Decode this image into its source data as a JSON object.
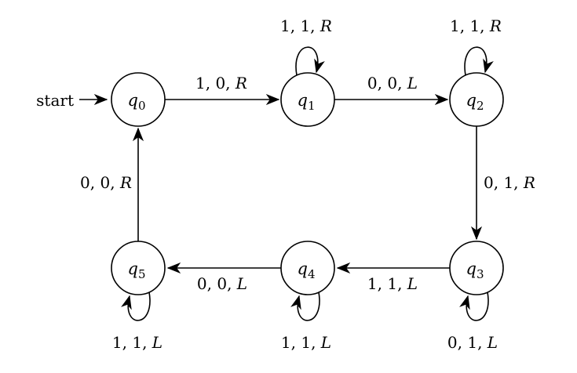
{
  "diagram": {
    "type": "state-machine",
    "start_label": "start",
    "colors": {
      "ink": "#000000",
      "background": "#ffffff"
    },
    "states": [
      {
        "id": "q0",
        "base": "q",
        "sub": "0"
      },
      {
        "id": "q1",
        "base": "q",
        "sub": "1"
      },
      {
        "id": "q2",
        "base": "q",
        "sub": "2"
      },
      {
        "id": "q3",
        "base": "q",
        "sub": "3"
      },
      {
        "id": "q4",
        "base": "q",
        "sub": "4"
      },
      {
        "id": "q5",
        "base": "q",
        "sub": "5"
      }
    ],
    "edges": {
      "q0_to_q1": "1, 0, R",
      "q1_to_q2": "0, 0, L",
      "q2_to_q3": "0, 1, R",
      "q3_to_q4": "1, 1, L",
      "q4_to_q5": "0, 0, L",
      "q5_to_q0": "0, 0, R"
    },
    "loops": {
      "q1": "1, 1, R",
      "q2": "1, 1, R",
      "q3": "0, 1, L",
      "q4": "1, 1, L",
      "q5": "1, 1, L"
    }
  }
}
